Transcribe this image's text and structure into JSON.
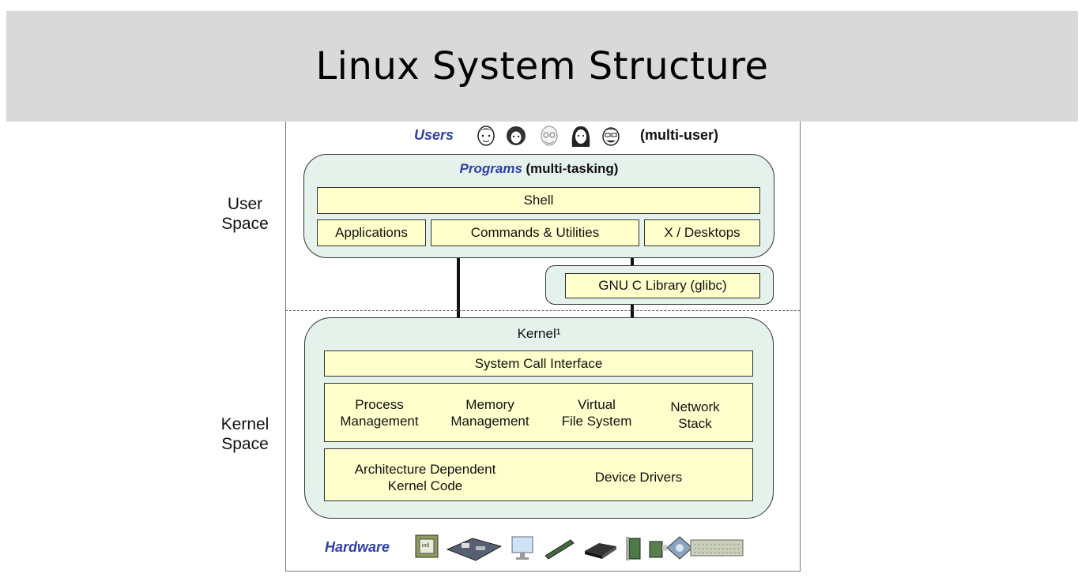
{
  "title": "Linux System Structure",
  "side_labels": {
    "user_space": "User\nSpace",
    "kernel_space": "Kernel\nSpace"
  },
  "users": {
    "label": "Users",
    "note": "(multi-user)",
    "face_icons": [
      "face-icon-1",
      "face-icon-2",
      "face-icon-3",
      "face-icon-4",
      "face-icon-5"
    ]
  },
  "programs": {
    "label": "Programs",
    "note": "(multi-tasking)",
    "shell": "Shell",
    "applications": "Applications",
    "commands": "Commands & Utilities",
    "x_desktops": "X / Desktops"
  },
  "glibc": "GNU C Library (glibc)",
  "kernel": {
    "label": "Kernel¹",
    "syscall": "System Call Interface",
    "subsystems": [
      "Process\nManagement",
      "Memory\nManagement",
      "Virtual\nFile System",
      "Network\nStack"
    ],
    "arch": "Architecture Dependent\nKernel Code",
    "drivers": "Device Drivers"
  },
  "hardware": {
    "label": "Hardware",
    "icons": [
      "cpu-chip-icon",
      "motherboard-icon",
      "monitor-icon",
      "memory-stick-icon",
      "optical-drive-icon",
      "expansion-card-icon",
      "network-card-icon",
      "hard-disk-icon",
      "keyboard-icon"
    ]
  },
  "colors": {
    "title_bg": "#d9d9d9",
    "green": "#e5f2ec",
    "yellow": "#ffffcc",
    "blue_label": "#2f3fa8"
  }
}
